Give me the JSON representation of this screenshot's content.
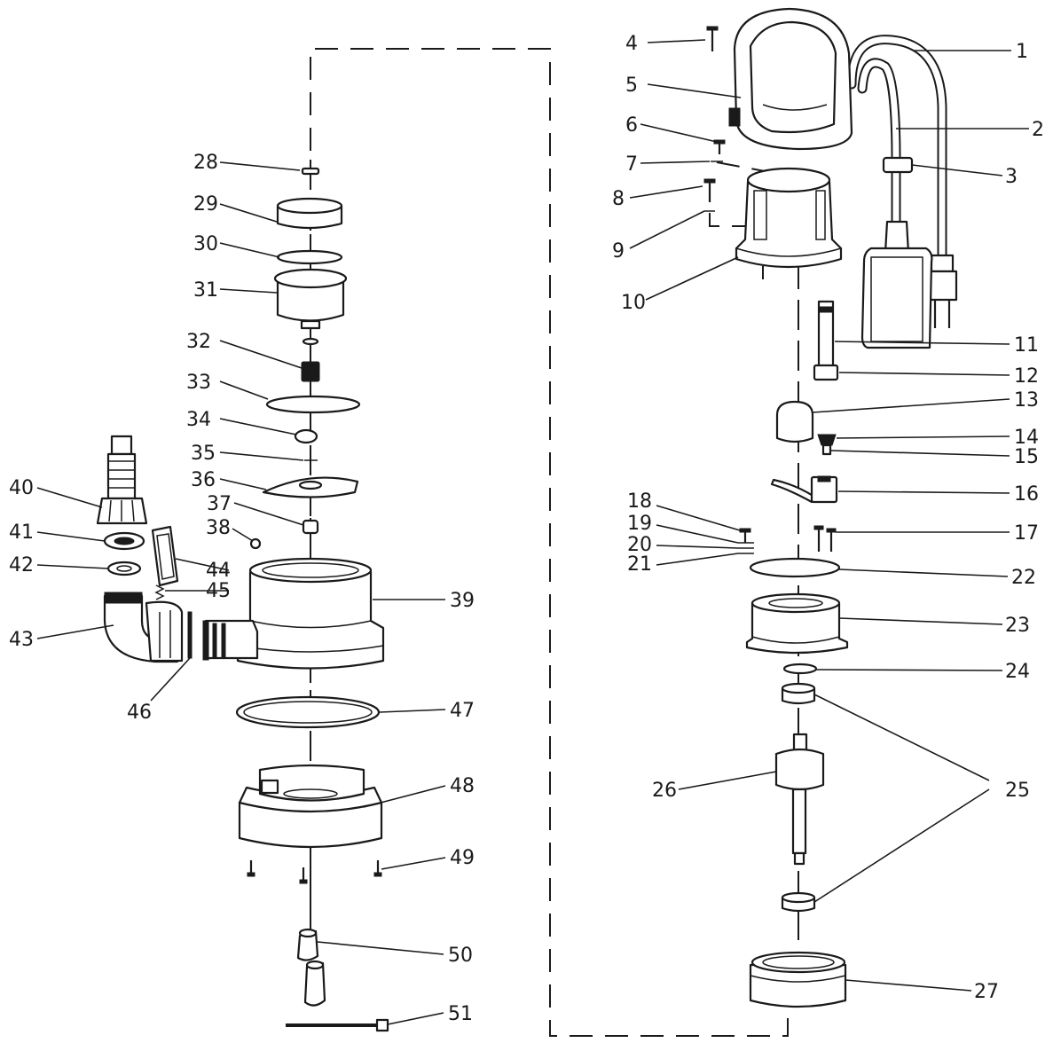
{
  "labels": [
    "1",
    "2",
    "3",
    "4",
    "5",
    "6",
    "7",
    "8",
    "9",
    "10",
    "11",
    "12",
    "13",
    "14",
    "15",
    "16",
    "17",
    "18",
    "19",
    "20",
    "21",
    "22",
    "23",
    "24",
    "25",
    "26",
    "27",
    "28",
    "29",
    "30",
    "31",
    "32",
    "33",
    "34",
    "35",
    "36",
    "37",
    "38",
    "39",
    "40",
    "41",
    "42",
    "43",
    "44",
    "45",
    "46",
    "47",
    "48",
    "49",
    "50",
    "51"
  ]
}
